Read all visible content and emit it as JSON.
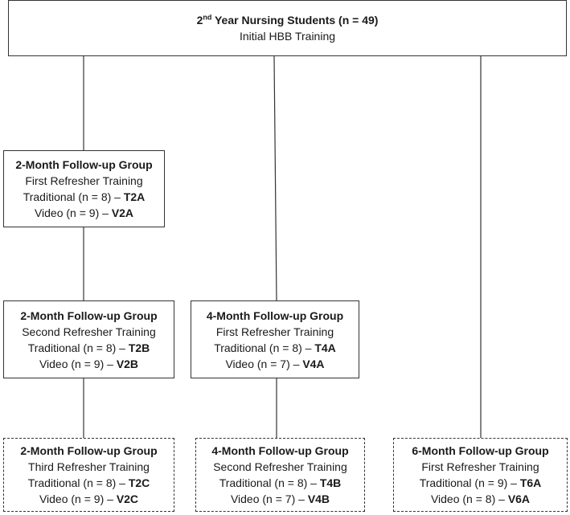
{
  "root": {
    "title_sup": "nd",
    "title_num": "2",
    "title_rest": " Year Nursing Students (n = 49)",
    "subtitle": "Initial HBB Training"
  },
  "boxes": {
    "t2a": {
      "title": "2-Month Follow-up Group",
      "training": "First Refresher Training",
      "trad_text": "Traditional (n = 8) – ",
      "trad_code": "T2A",
      "video_text": "Video (n = 9) – ",
      "video_code": "V2A"
    },
    "t2b": {
      "title": "2-Month Follow-up Group",
      "training": "Second Refresher Training",
      "trad_text": "Traditional (n = 8) – ",
      "trad_code": "T2B",
      "video_text": "Video (n = 9) – ",
      "video_code": "V2B"
    },
    "t4a": {
      "title": "4-Month Follow-up Group",
      "training": "First Refresher Training",
      "trad_text": "Traditional (n = 8) – ",
      "trad_code": "T4A",
      "video_text": "Video (n = 7) – ",
      "video_code": "V4A"
    },
    "t2c": {
      "title": "2-Month Follow-up Group",
      "training": "Third Refresher Training",
      "trad_text": "Traditional (n = 8) – ",
      "trad_code": "T2C",
      "video_text": "Video (n = 9) – ",
      "video_code": "V2C"
    },
    "t4b": {
      "title": "4-Month Follow-up Group",
      "training": "Second Refresher Training",
      "trad_text": "Traditional (n = 8) – ",
      "trad_code": "T4B",
      "video_text": "Video (n = 7) – ",
      "video_code": "V4B"
    },
    "t6a": {
      "title": "6-Month Follow-up Group",
      "training": "First Refresher Training",
      "trad_text": "Traditional (n = 9) – ",
      "trad_code": "T6A",
      "video_text": "Video (n = 8) – ",
      "video_code": "V6A"
    }
  }
}
